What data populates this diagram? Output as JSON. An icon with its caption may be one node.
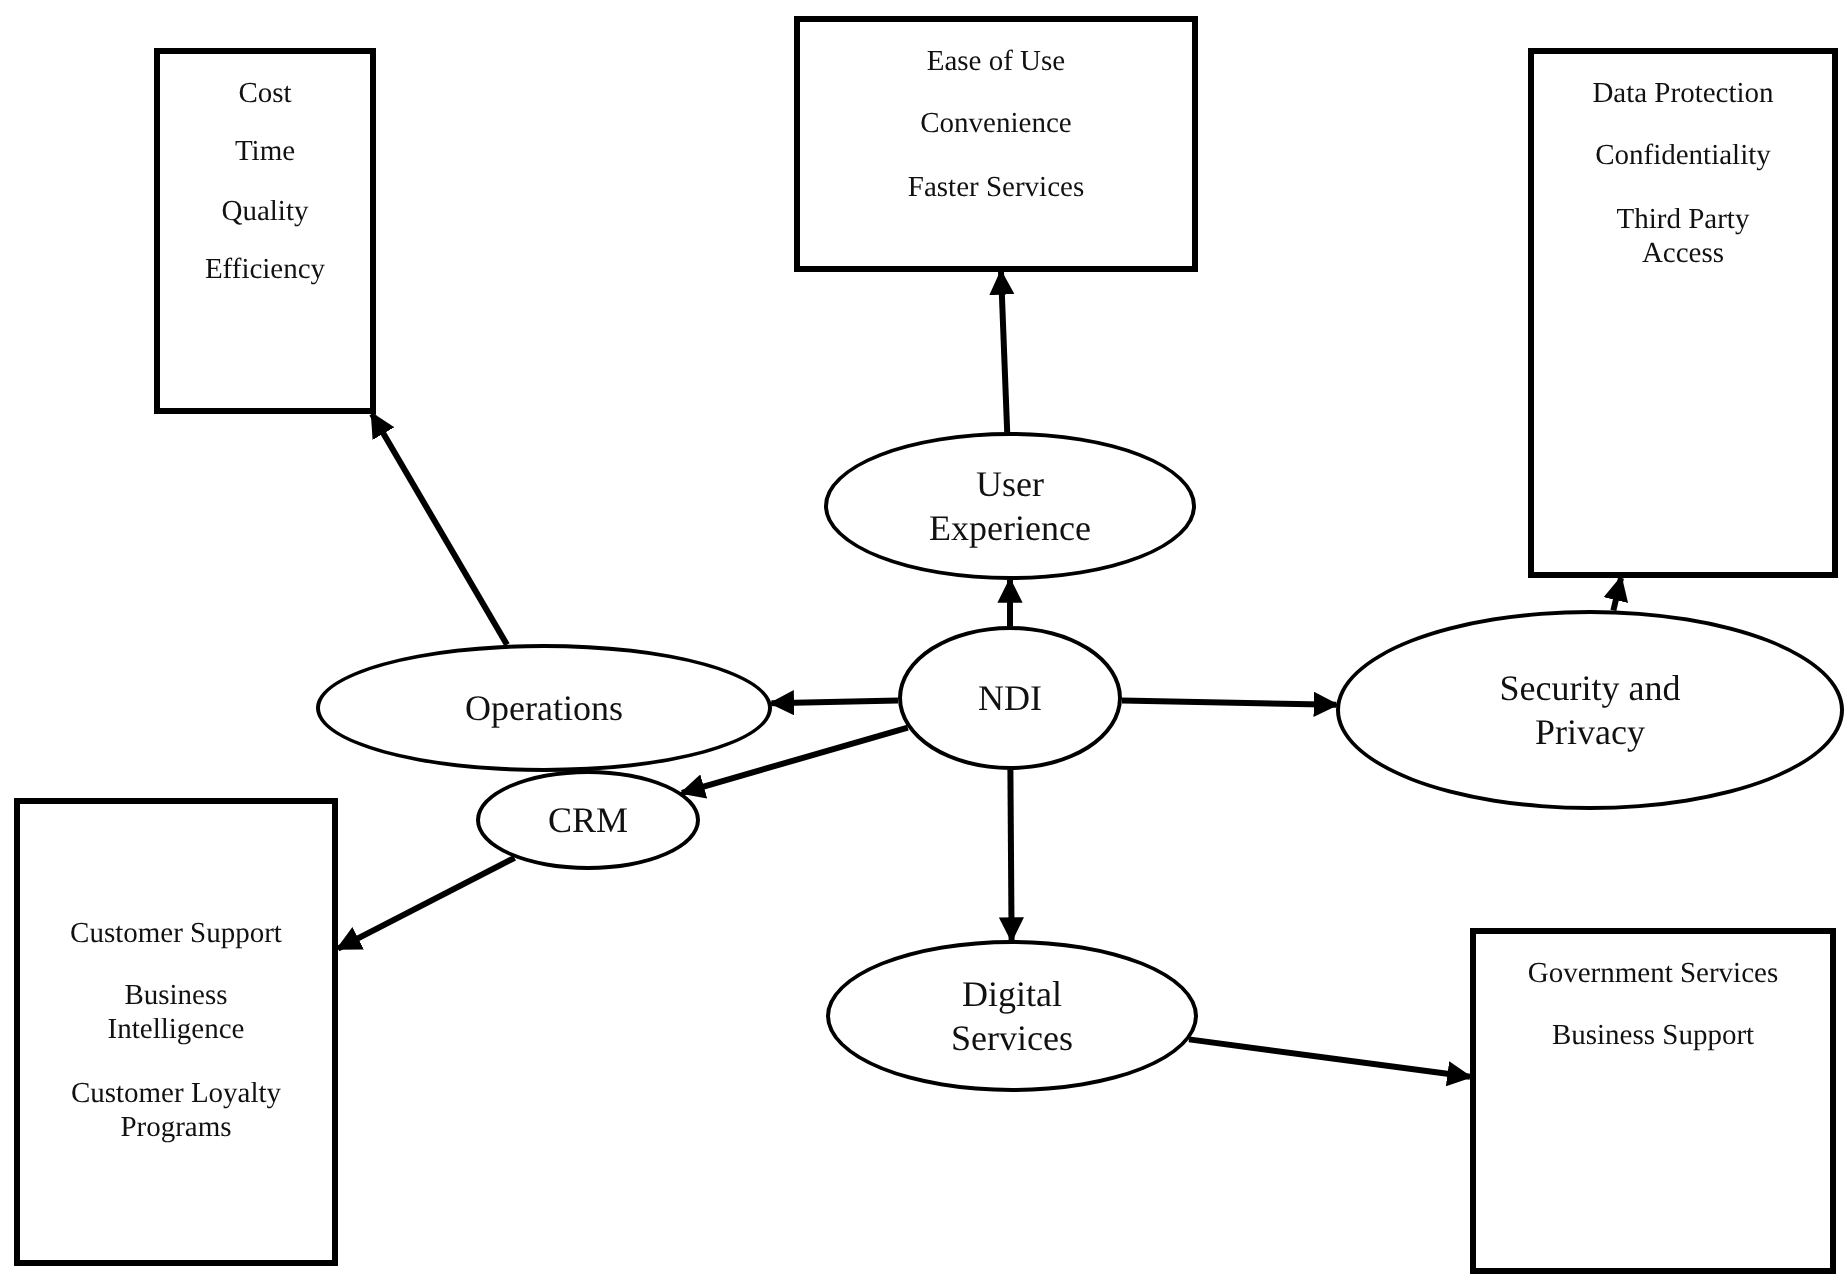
{
  "diagram": {
    "nodes": [
      {
        "text": [
          "Ease of Use",
          "Convenience",
          "Faster Services"
        ]
      },
      {
        "text": [
          "Cost",
          "Time",
          "Quality",
          "Efficiency"
        ]
      },
      {
        "text": [
          "Data Protection",
          "Confidentiality",
          "Third Party Access"
        ]
      },
      {
        "text": [
          "User Experience"
        ]
      },
      {
        "text": [
          "Operations"
        ]
      },
      {
        "text": [
          "NDI"
        ]
      },
      {
        "text": [
          "Security and Privacy"
        ]
      },
      {
        "text": [
          "CRM"
        ]
      },
      {
        "text": [
          "Customer Support",
          "Business Intelligence",
          "Customer Loyalty Programs"
        ]
      },
      {
        "text": [
          "Digital Services"
        ]
      },
      {
        "text": [
          "Government Services",
          "Business Support"
        ]
      }
    ],
    "edges": [
      {
        "from": 5,
        "to": 3,
        "arrow": "to"
      },
      {
        "from": 5,
        "to": 4,
        "arrow": "to"
      },
      {
        "from": 5,
        "to": 6,
        "arrow": "to"
      },
      {
        "from": 5,
        "to": 7,
        "arrow": "to"
      },
      {
        "from": 5,
        "to": 9,
        "arrow": "to"
      },
      {
        "from": 3,
        "to": 0,
        "arrow": "to"
      },
      {
        "from": 4,
        "to": 1,
        "arrow": "to"
      },
      {
        "from": 6,
        "to": 2,
        "arrow": "to"
      },
      {
        "from": 7,
        "to": 8,
        "arrow": "to"
      },
      {
        "from": 9,
        "to": 10,
        "arrow": "to"
      }
    ]
  }
}
